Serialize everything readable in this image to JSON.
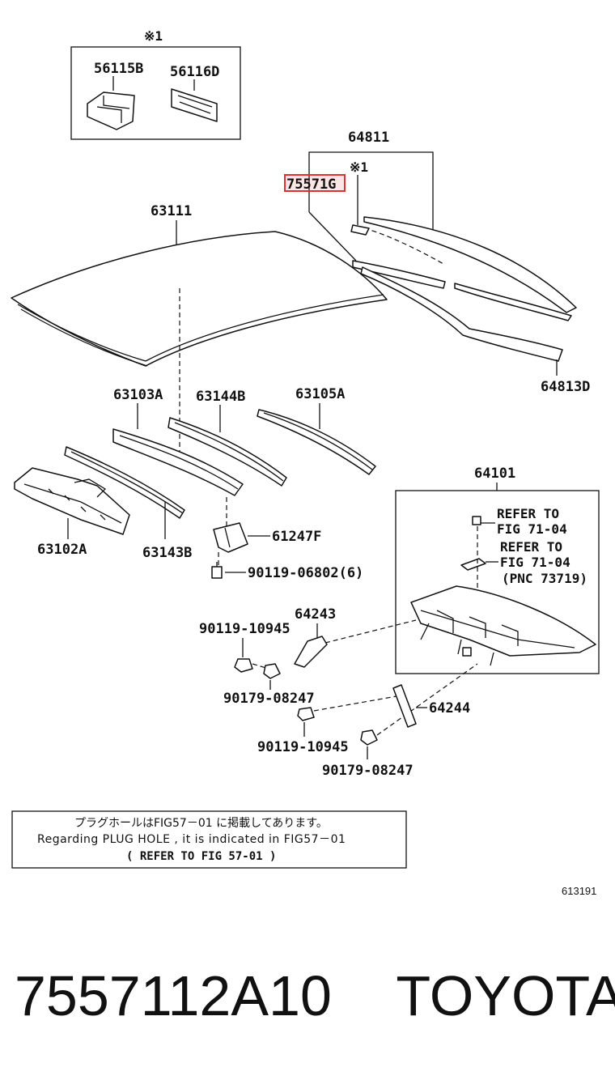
{
  "labels": {
    "top_box_mark": "※1",
    "p56115B": "56115B",
    "p56116D": "56116D",
    "p64811": "64811",
    "mark2": "※1",
    "p75571G": "75571G",
    "p63111": "63111",
    "p64813D": "64813D",
    "p63103A": "63103A",
    "p63144B": "63144B",
    "p63105A": "63105A",
    "p63102A": "63102A",
    "p63143B": "63143B",
    "p61247F": "61247F",
    "p90119_06802": "90119-06802(6)",
    "p64101": "64101",
    "refer1_line1": "REFER TO",
    "refer1_line2": "FIG 71-04",
    "refer2_line1": "REFER TO",
    "refer2_line2": "FIG 71-04",
    "refer2_line3": "(PNC 73719)",
    "p64243": "64243",
    "p90119_10945_a": "90119-10945",
    "p90179_08247_a": "90179-08247",
    "p64244": "64244",
    "p90119_10945_b": "90119-10945",
    "p90179_08247_b": "90179-08247"
  },
  "note": {
    "jp": "プラグホールはFIG57－01 に掲載してあります。",
    "en": "Regarding  PLUG HOLE , it is  indicated  in  FIG57－01",
    "ref": "(   REFER TO FIG 57-01  )"
  },
  "figure_id": "613191",
  "footer": {
    "part_number": "7557112A10",
    "brand": "TOYOTA"
  },
  "colors": {
    "highlight": "#e03030",
    "ink": "#111111"
  }
}
